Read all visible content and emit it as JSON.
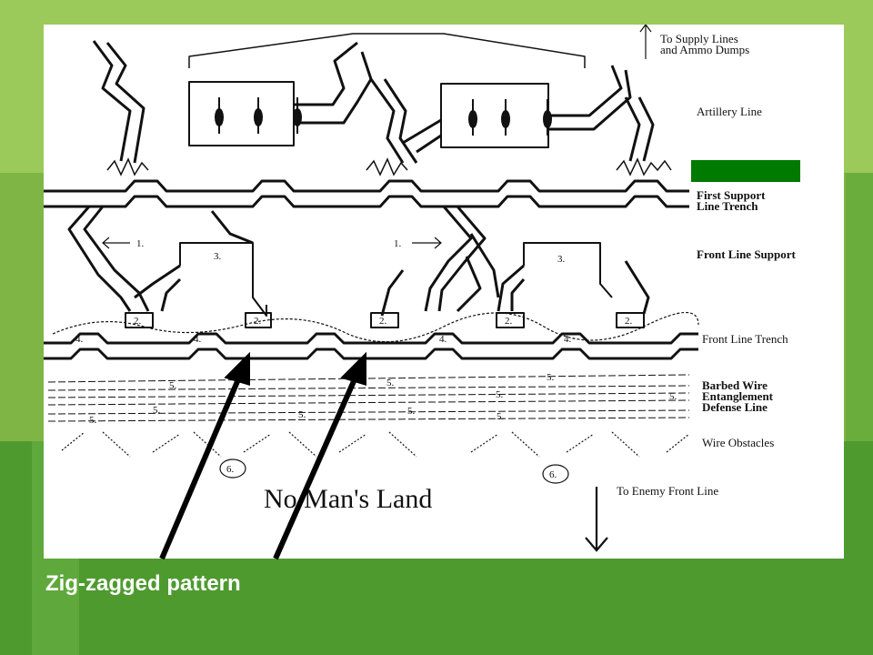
{
  "labels": {
    "supply": "To Supply Lines\nand Ammo Dumps",
    "artillery": "Artillery Line",
    "first_support": "First Support\nLine Trench",
    "front_support": "Front Line Support",
    "front_trench": "Front Line Trench",
    "barbed": "Barbed Wire\nEntanglement\nDefense Line",
    "obstacles": "Wire Obstacles",
    "enemy": "To Enemy Front Line",
    "no_mans_land": "No Man's Land"
  },
  "markers": {
    "one": "1.",
    "two": "2.",
    "three": "3.",
    "four": "4.",
    "five": "5.",
    "six": "6."
  },
  "caption": "Zig-zagged pattern",
  "colors": {
    "highlight": "#007a00",
    "background": "#4e9a2f",
    "arrow": "#000000"
  }
}
